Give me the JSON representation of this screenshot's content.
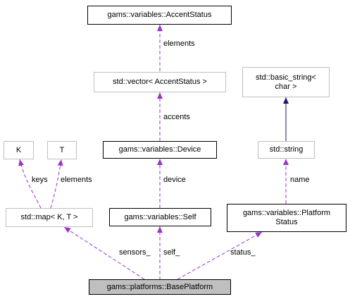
{
  "nodes": {
    "accent_status": "gams::variables::AccentStatus",
    "vector": "std::vector< AccentStatus >",
    "device": "gams::variables::Device",
    "basic_string_line1": "std::basic_string<",
    "basic_string_line2": "char >",
    "string": "std::string",
    "k": "K",
    "t": "T",
    "map": "std::map< K, T >",
    "self": "gams::variables::Self",
    "platform_status_line1": "gams::variables::Platform",
    "platform_status_line2": "Status",
    "base_platform": "gams::platforms::BasePlatform"
  },
  "edge_labels": {
    "elements_top": "elements",
    "accents": "accents",
    "device": "device",
    "name": "name",
    "keys": "keys",
    "elements_t": "elements",
    "sensors": "sensors_",
    "self": "self_",
    "status": "status_"
  },
  "colors": {
    "usage_edge": "#9a32cd",
    "inherit_edge": "#191970",
    "grey_border": "#bfbfbf",
    "current_fill": "#bfbfbf"
  }
}
